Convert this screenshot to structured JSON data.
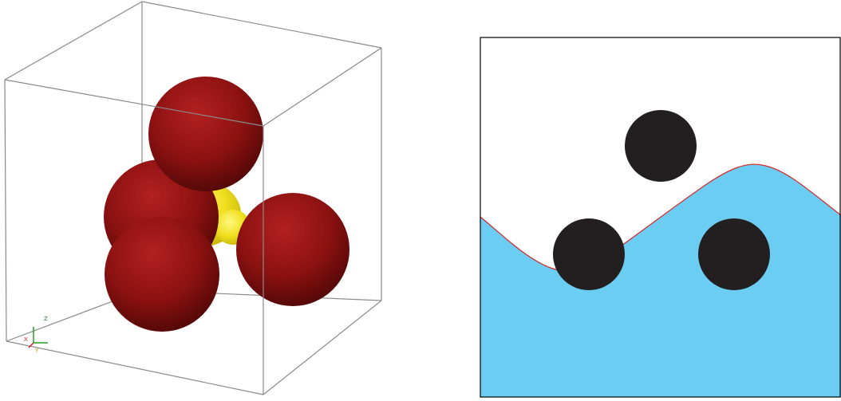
{
  "panels": {
    "left": {
      "axis_triad": {
        "x_label": "X",
        "y_label": "Y",
        "z_label": "Z"
      },
      "colors": {
        "sphere": "#8b1111",
        "connector": "#f0e020",
        "box_edges": "#8a8a8a"
      },
      "sphere_count": 4
    },
    "right": {
      "colors": {
        "liquid": "#6ccdf2",
        "interface": "#d62828",
        "particle": "#231f20",
        "frame": "#000000"
      },
      "particle_count": 3
    }
  }
}
